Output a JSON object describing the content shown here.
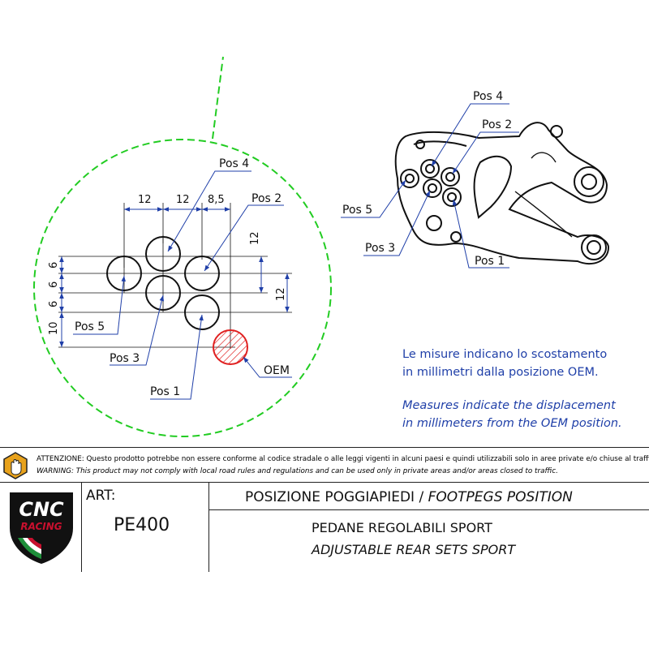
{
  "detail": {
    "dimensions": [
      "12",
      "12",
      "8,5",
      "12",
      "12",
      "6",
      "6",
      "6",
      "10"
    ],
    "positions": [
      "Pos 1",
      "Pos 2",
      "Pos 3",
      "Pos 4",
      "Pos 5"
    ],
    "oem_label": "OEM"
  },
  "bracket": {
    "labels": [
      "Pos 4",
      "Pos 2",
      "Pos 5",
      "Pos 3",
      "Pos 1"
    ]
  },
  "notes": {
    "it_line1": "Le misure indicano lo scostamento",
    "it_line2": "in millimetri dalla posizione OEM.",
    "en_line1": "Measures indicate the displacement",
    "en_line2": "in millimeters from the OEM position."
  },
  "warning": {
    "line_it": "ATTENZIONE: Questo prodotto potrebbe non essere conforme al codice stradale o alle leggi vigenti in alcuni paesi e quindi utilizzabili solo in aree private e/o chiuse al traffico",
    "line_en": "WARNING: This product may not comply with local road rules and regulations and can be used only in private areas and/or areas closed to traffic."
  },
  "title_block": {
    "logo_line1": "CNC",
    "logo_line2": "RACING",
    "art_label": "ART:",
    "art_number": "PE400",
    "title_it": "POSIZIONE POGGIAPIEDI /",
    "title_en": "FOOTPEGS POSITION",
    "subtitle_it": "PEDANE REGOLABILI SPORT",
    "subtitle_en": "ADJUSTABLE REAR SETS SPORT"
  },
  "colors": {
    "detail_circle": "#22cc22",
    "dimension": "#1f3fa8",
    "oem_circle": "#e02020",
    "note_text": "#1f3fa8",
    "warning_icon": "#e8a21c",
    "logo_red": "#c8102e",
    "logo_green": "#1e8f3a"
  }
}
